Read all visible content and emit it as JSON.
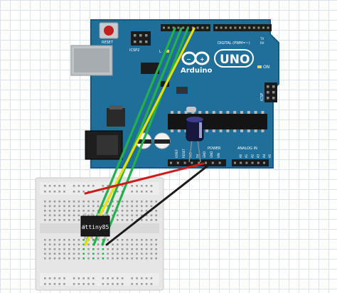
{
  "board": {
    "reset_label": "RESET",
    "icsp2_label": "ICSP2",
    "digital_label": "DIGITAL (PWM=~)",
    "tx_label": "TX",
    "rx_label": "RX",
    "l_label": "L",
    "brand": "Arduino",
    "model": "UNO",
    "on_label": "ON",
    "icsp_label": "ICSP",
    "power_label": "POWER",
    "analog_label": "ANALOG IN",
    "power_pins": [
      "IOREF",
      "RESET",
      "3V3",
      "5V",
      "GND",
      "GND",
      "VIN"
    ],
    "analog_pins": [
      "A0",
      "A1",
      "A2",
      "A3",
      "A4",
      "A5"
    ]
  },
  "chip": {
    "label": "attiny85"
  },
  "colors": {
    "board": "#1f6f9a",
    "board_edge": "#175a7e",
    "green_wire": "#22b14c",
    "yellow_wire": "#e8e000",
    "red_wire": "#d01a1a",
    "black_wire": "#1a1a1a",
    "breadboard": "#e8e8e8"
  }
}
